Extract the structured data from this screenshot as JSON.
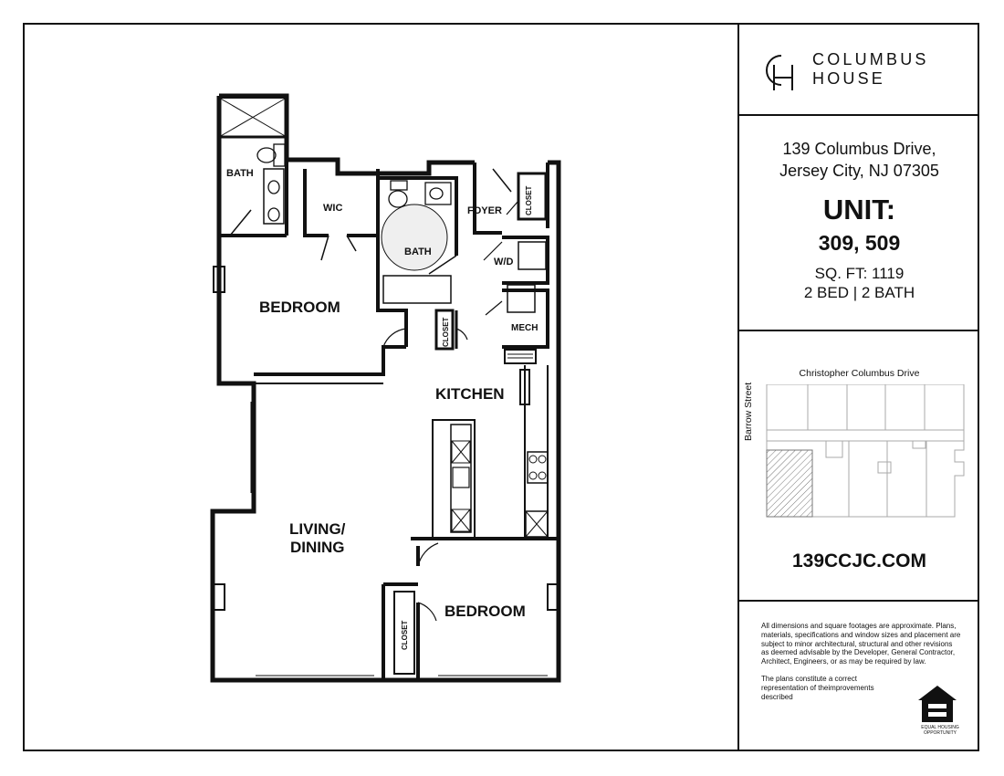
{
  "brand": {
    "line1": "COLUMBUS",
    "line2": "HOUSE",
    "monogram": "CH"
  },
  "address": {
    "line1": "139 Columbus Drive,",
    "line2": "Jersey City, NJ 07305"
  },
  "unit": {
    "label": "UNIT:",
    "numbers": "309, 509",
    "sqft": "SQ. FT: 1119",
    "bed_bath": "2 BED | 2 BATH"
  },
  "site_plan": {
    "top_street": "Christopher Columbus Drive",
    "side_street": "Barrow Street"
  },
  "website": "139CCJC.COM",
  "disclaimer": {
    "p1": "All dimensions and square footages are approximate. Plans, materials, specifications and window sizes and placement are subject to minor architectural, structural and other revisions as deemed advisable by the Developer, General Contractor, Architect, Engineers, or as may be required by law.",
    "p2": "The plans constitute a correct representation of theimprovements described"
  },
  "equal_housing": "EQUAL HOUSING OPPORTUNITY",
  "rooms": {
    "bath_master": "BATH",
    "wic": "WIC",
    "bath_2": "BATH",
    "foyer": "FOYER",
    "closet_foyer": "CLOSET",
    "wd": "W/D",
    "bedroom_1": "BEDROOM",
    "closet_hall": "CLOSET",
    "mech": "MECH",
    "kitchen": "KITCHEN",
    "living": "LIVING/",
    "dining": "DINING",
    "bedroom_2": "BEDROOM",
    "closet_bed2": "CLOSET"
  }
}
